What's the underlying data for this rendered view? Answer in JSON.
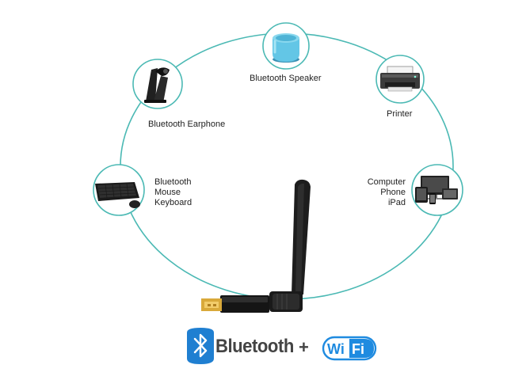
{
  "colors": {
    "ring": "#4bb9b4",
    "bluetooth_blue": "#1f7fd1",
    "wifi_blue": "#1f8be0",
    "text": "#222222"
  },
  "nodes": [
    {
      "id": "speaker",
      "label_lines": [
        "Bluetooth Speaker"
      ],
      "icon": "speaker-icon"
    },
    {
      "id": "printer",
      "label_lines": [
        "Printer"
      ],
      "icon": "printer-icon"
    },
    {
      "id": "computer",
      "label_lines": [
        "Computer",
        "Phone",
        "iPad"
      ],
      "icon": "devices-icon"
    },
    {
      "id": "keyboard",
      "label_lines": [
        "Bluetooth",
        "Mouse",
        "Keyboard"
      ],
      "icon": "keyboard-mouse-icon"
    },
    {
      "id": "earphone",
      "label_lines": [
        "Bluetooth Earphone"
      ],
      "icon": "earphone-icon"
    }
  ],
  "center": {
    "icon": "usb-antenna-adapter-icon"
  },
  "bottom_logo": {
    "bluetooth_text": "Bluetooth",
    "plus": "+",
    "wifi_text_left": "Wi",
    "wifi_text_right": "Fi"
  }
}
